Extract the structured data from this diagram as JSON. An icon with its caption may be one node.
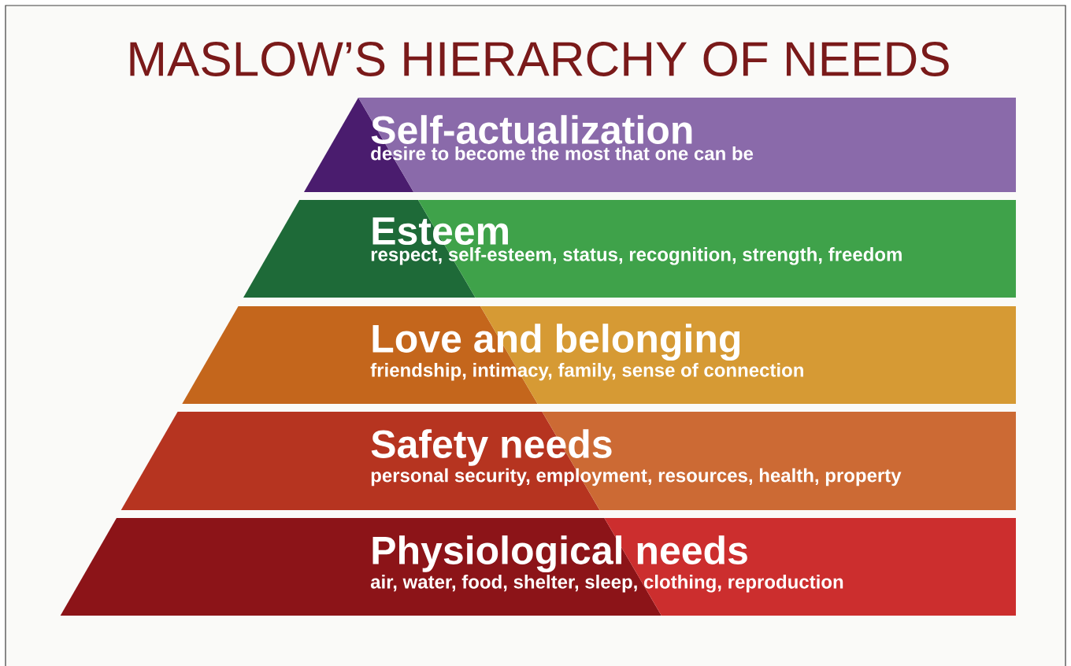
{
  "diagram": {
    "title": "MASLOW’S HIERARCHY OF NEEDS",
    "nodes": [
      {
        "text": [
          "Self-actualization",
          "desire to become the most that one can be"
        ]
      },
      {
        "text": [
          "Esteem",
          "respect, self-esteem, status, recognition, strength, freedom"
        ]
      },
      {
        "text": [
          "Love and belonging",
          "friendship, intimacy, family, sense of connection"
        ]
      },
      {
        "text": [
          "Safety needs",
          "personal security, employment, resources, health, property"
        ]
      },
      {
        "text": [
          "Physiological needs",
          "air, water, food, shelter, sleep, clothing, reproduction"
        ]
      }
    ]
  }
}
